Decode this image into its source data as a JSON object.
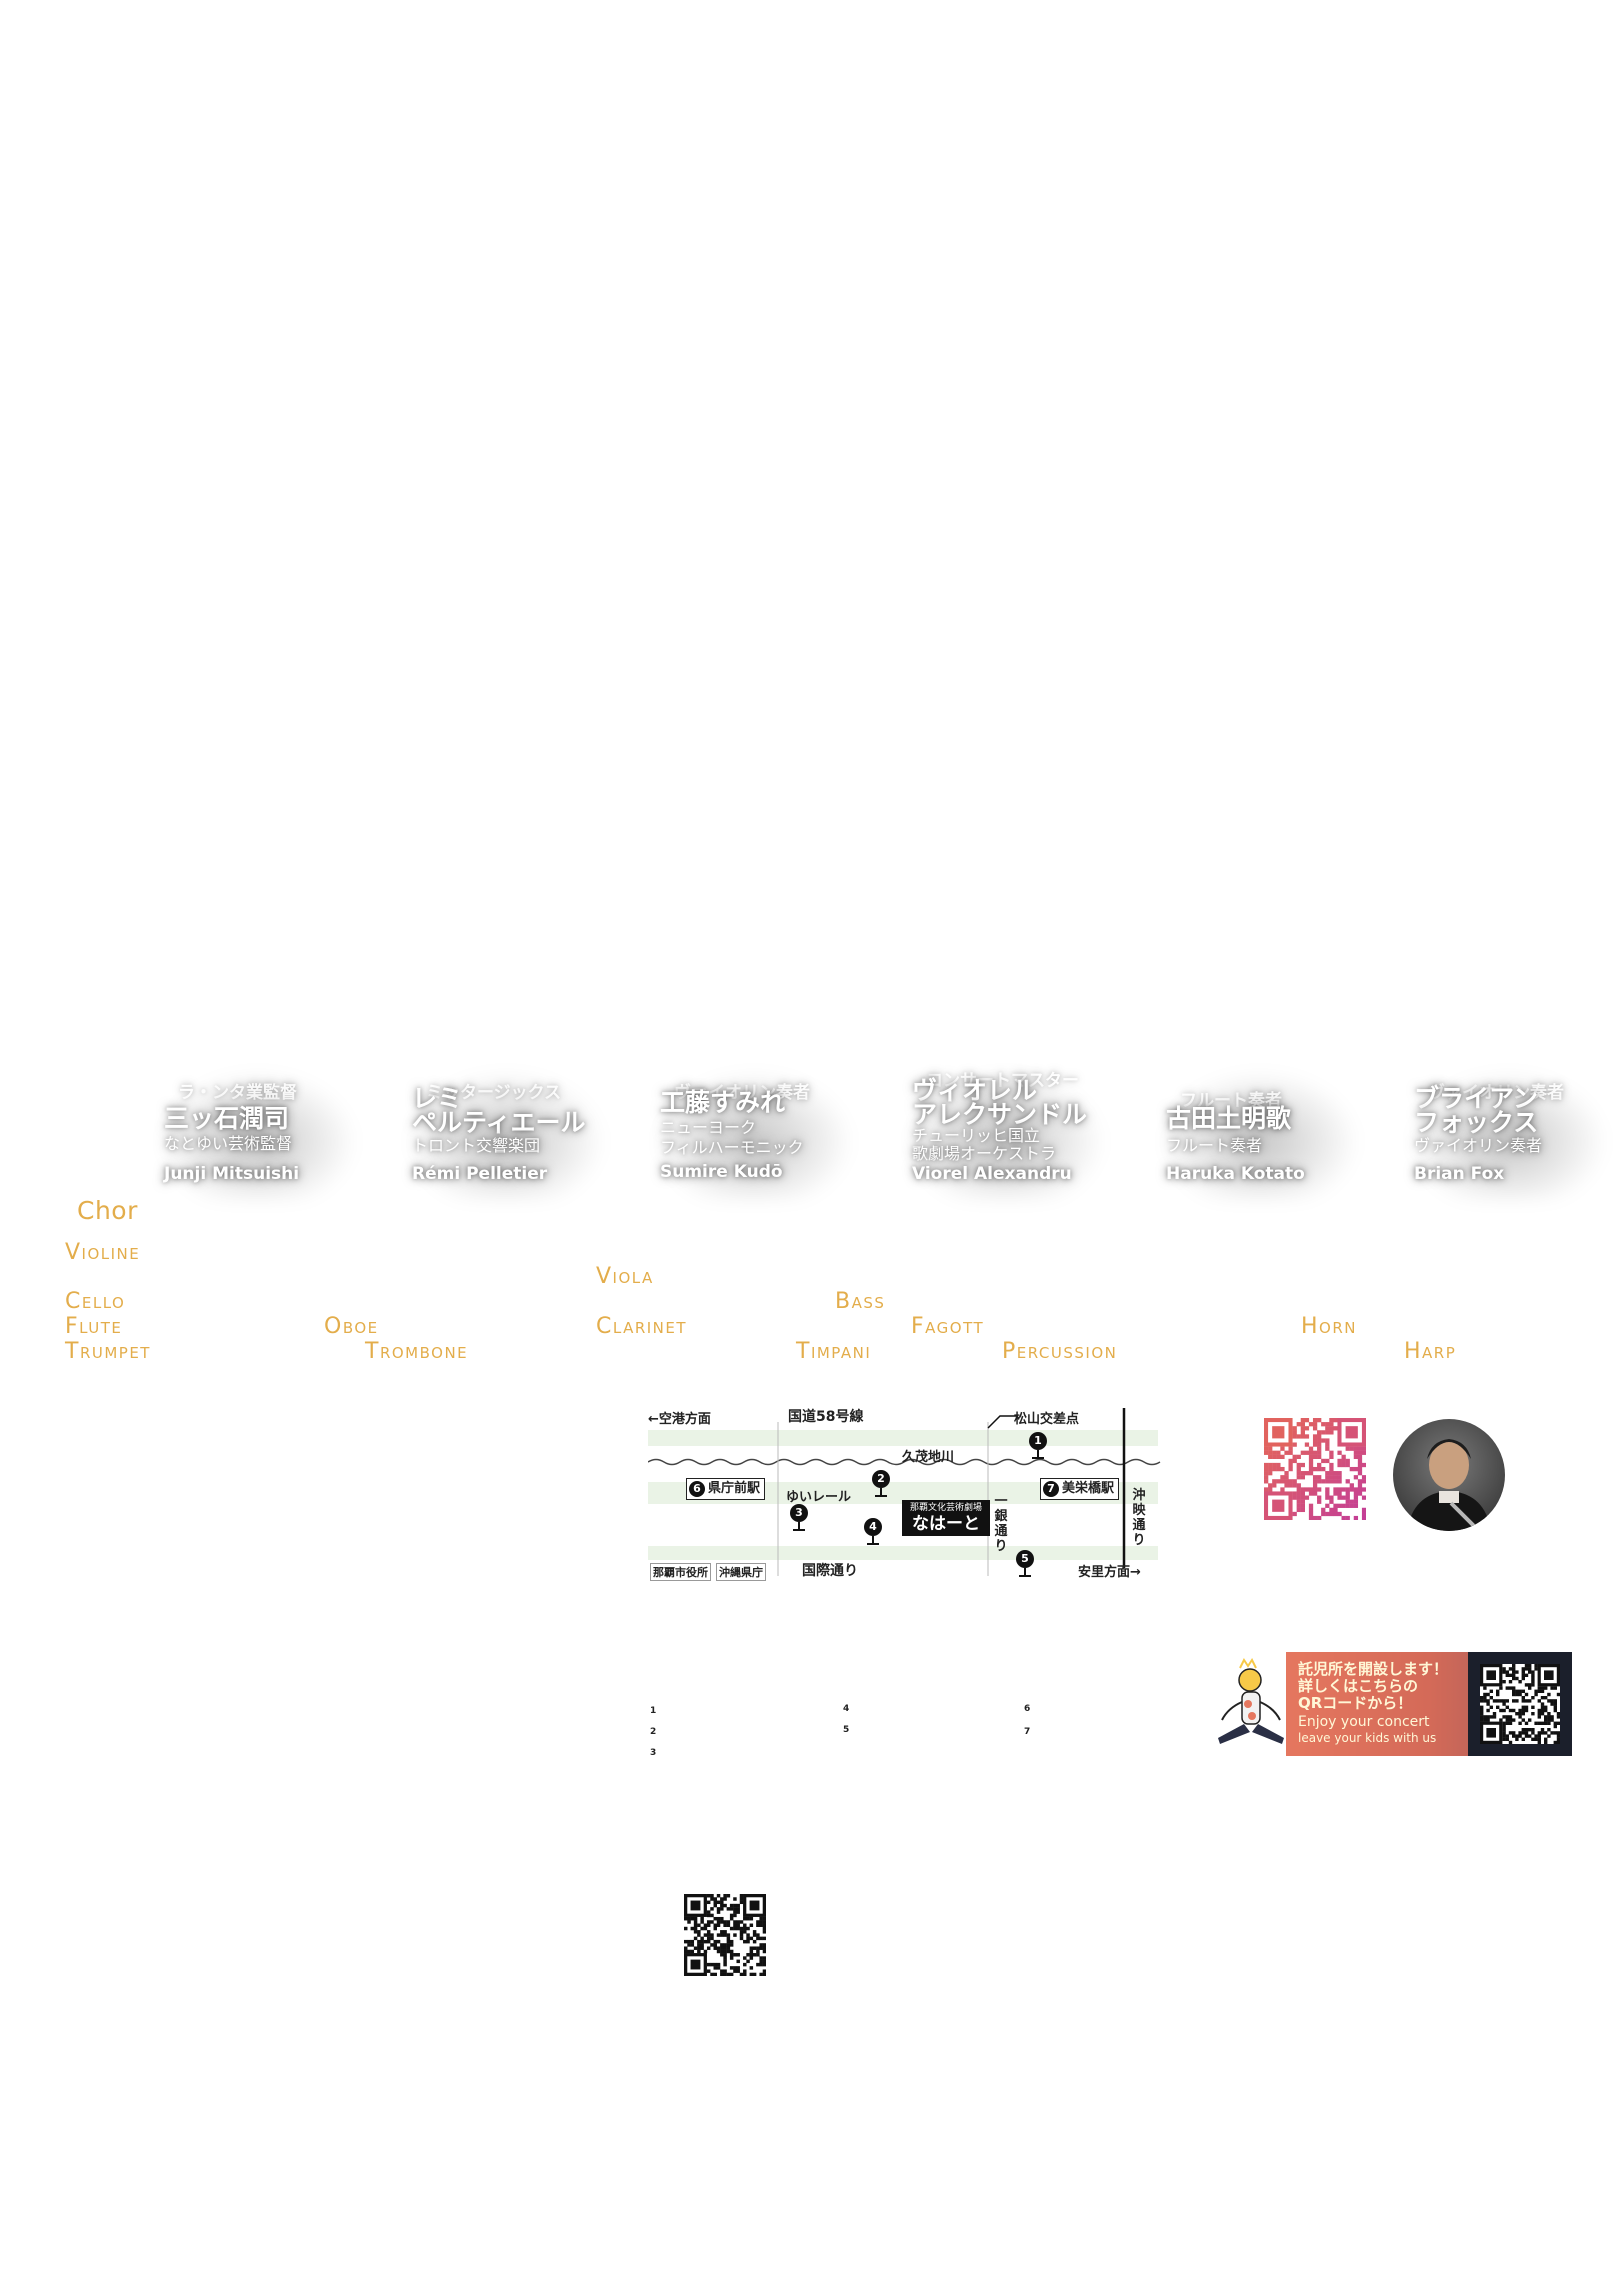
{
  "performers": [
    {
      "role": "ラ・ンタ業監督",
      "name_lines": [
        "三ッ石潤司"
      ],
      "affiliation": [
        "なとゆい芸術監督"
      ],
      "roman": "Junji Mitsuishi"
    },
    {
      "role": "ミッタージックス",
      "name_lines": [
        "レミ",
        "ペルティエール"
      ],
      "affiliation": [
        "トロント交響楽団"
      ],
      "roman": "Rémi Pelletier"
    },
    {
      "role": "ヴァイオリン奏者",
      "name_lines": [
        "工藤すみれ"
      ],
      "affiliation": [
        "ニューヨーク",
        "フィルハーモニック"
      ],
      "roman": "Sumire Kudō"
    },
    {
      "role": "コンサートマスター",
      "name_lines": [
        "ヴィオレル",
        "アレクサンドル"
      ],
      "affiliation": [
        "チューリッヒ国立",
        "歌劇場オーケストラ"
      ],
      "roman": "Viorel Alexandru"
    },
    {
      "role": "フルート奏者",
      "name_lines": [
        "古田土明歌"
      ],
      "affiliation": [
        "フルート奏者"
      ],
      "roman": "Haruka Kotato"
    },
    {
      "role": "ヴァイオリン奏者",
      "name_lines": [
        "ブライアン",
        "フォックス"
      ],
      "affiliation": [
        "ヴァイオリン奏者"
      ],
      "roman": "Brian Fox"
    }
  ],
  "sections": {
    "chor": "Chor",
    "violine": "Violine",
    "viola": "Viola",
    "cello": "Cello",
    "bass": "Bass",
    "flute": "Flute",
    "oboe": "Oboe",
    "clarinet": "Clarinet",
    "fagott": "Fagott",
    "horn": "Horn",
    "trumpet": "Trumpet",
    "trombone": "Trombone",
    "timpani": "Timpani",
    "percussion": "Percussion",
    "harp": "Harp"
  },
  "map": {
    "airport": "←空港方面",
    "route58": "国道58号線",
    "matsuyama": "松山交差点",
    "river": "久茂地川",
    "station_kencho": "県庁前駅",
    "station_kencho_num": "6",
    "yui_rail": "ゆいレール",
    "venue_small": "那覇文化芸術劇場",
    "venue_big": "なはーと",
    "ichigin": "一銀通り",
    "station_miebashi": "美栄橋駅",
    "station_miebashi_num": "7",
    "okiei": "沖映通り",
    "city_hall": "那覇市役所",
    "pref_office": "沖縄県庁",
    "kokusai": "国際通り",
    "asato": "安里方面→",
    "pins": [
      "1",
      "2",
      "3",
      "4",
      "5"
    ]
  },
  "map_legend": [
    "1",
    "2",
    "3",
    "4",
    "5",
    "6",
    "7"
  ],
  "kids_banner": {
    "line1": "託児所を開設します！",
    "line2": "詳しくはこちらの",
    "line3": "QRコードから！",
    "line4": "Enjoy your concert",
    "line5": "leave your kids with us"
  },
  "colors": {
    "gold": "#e3ad4b",
    "map_green": "#eaf3e6",
    "banner": "#e5775f"
  },
  "icons": [
    "child-mascot-icon",
    "map-pin-icon"
  ]
}
